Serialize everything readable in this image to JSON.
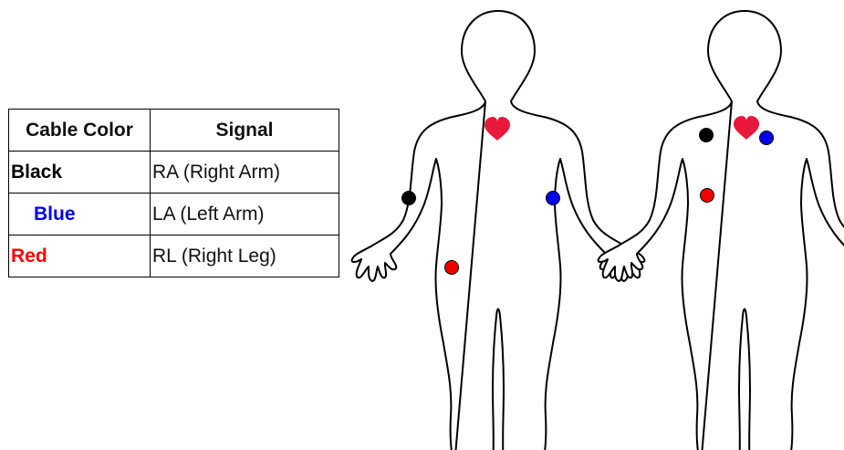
{
  "table": {
    "headers": [
      "Cable Color",
      "Signal"
    ],
    "rows": [
      {
        "color_label": "Black",
        "signal": "RA (Right Arm)",
        "text_color": "#000000"
      },
      {
        "color_label": "Blue",
        "signal": "LA (Left Arm)",
        "text_color": "#0000ee"
      },
      {
        "color_label": "Red",
        "signal": "RL (Right Leg)",
        "text_color": "#ff0000"
      }
    ]
  },
  "diagram": {
    "figures": [
      {
        "name": "front-view",
        "electrodes": [
          "black",
          "blue",
          "red"
        ]
      },
      {
        "name": "chest-view",
        "electrodes": [
          "black",
          "blue",
          "red"
        ]
      }
    ],
    "colors": {
      "electrode_black": "#000000",
      "electrode_blue": "#0000ee",
      "electrode_red": "#ee0000",
      "heart": "#e8193a",
      "outline": "#000000"
    }
  }
}
